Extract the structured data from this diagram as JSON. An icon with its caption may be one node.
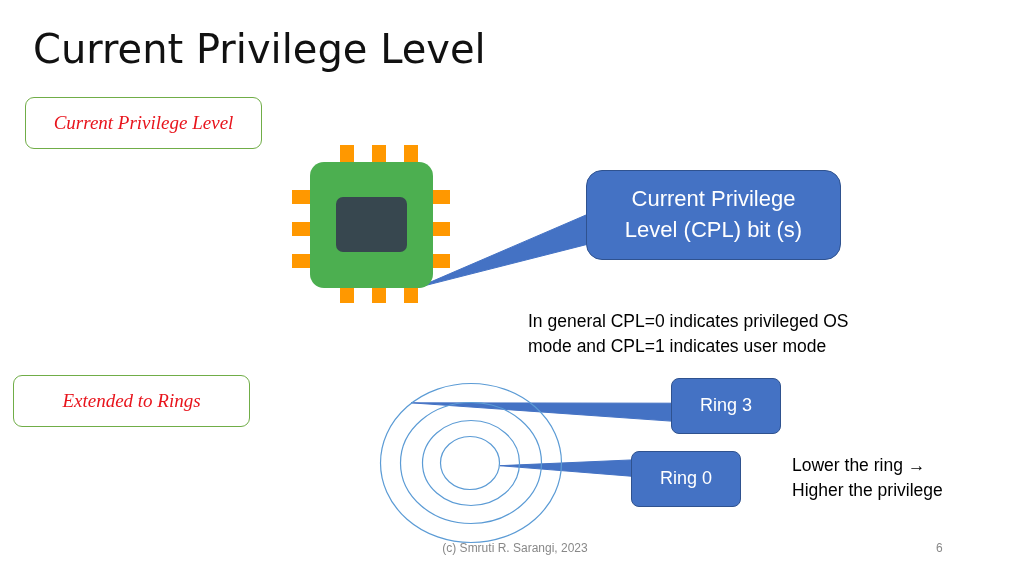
{
  "diagram": {
    "title": "Current Privilege Level",
    "nodes": [
      {
        "text": [
          "Current Privilege Level"
        ]
      },
      {
        "text": [],
        "shape": "picture"
      },
      {
        "text": [
          "Current Privilege Level (CPL) bit (s)"
        ]
      },
      {
        "text": [
          "Extended to Rings"
        ]
      },
      {
        "text": [],
        "shape": "circle"
      },
      {
        "text": [],
        "shape": "circle",
        "in": 4
      },
      {
        "text": [],
        "shape": "circle",
        "in": 5
      },
      {
        "text": [],
        "shape": "circle",
        "in": 6
      },
      {
        "text": [
          "Ring 3"
        ]
      },
      {
        "text": [
          "Ring 0"
        ]
      }
    ],
    "edges": [
      {
        "from": 2,
        "to": 1,
        "arrow": "none"
      },
      {
        "from": 8,
        "to": 4,
        "arrow": "none"
      },
      {
        "from": 9,
        "to": 7,
        "arrow": "none"
      }
    ],
    "labels": [
      "In general CPL=0 indicates privileged OS mode and CPL=1 indicates user mode",
      "Lower the ring → Higher the privilege",
      "(c) Smruti R. Sarangi, 2023",
      "6"
    ]
  }
}
